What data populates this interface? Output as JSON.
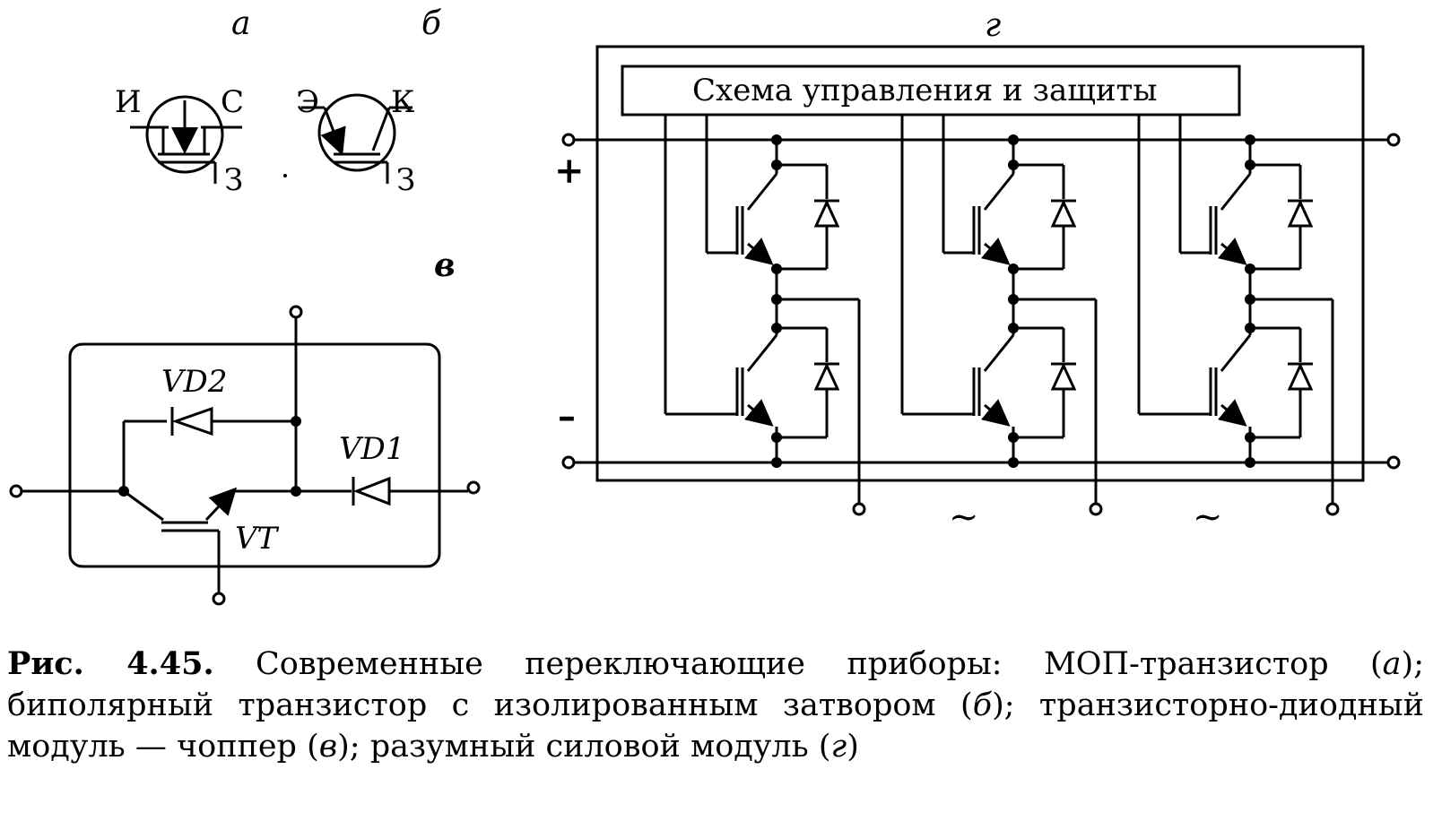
{
  "panels": {
    "a": {
      "letter": "а",
      "pin_source": "И",
      "pin_drain": "С",
      "pin_gate": "З"
    },
    "b": {
      "letter": "б",
      "pin_emitter": "Э",
      "pin_collector": "К",
      "pin_gate": "З"
    },
    "v": {
      "letter": "в",
      "diode1": "VD1",
      "diode2": "VD2",
      "transistor": "VT"
    },
    "g": {
      "letter": "г",
      "control_block": "Схема управления и защиты",
      "plus": "+",
      "minus": "–",
      "ac1": "~",
      "ac2": "~"
    }
  },
  "caption": {
    "label": "Рис. 4.45.",
    "t1": " Современные переключающие приборы: МОП-транзистор (",
    "a": "а",
    "t2": "); биполярный транзистор с изолированным затвором (",
    "b": "б",
    "t3": "); транзисторно-диодный модуль — чоппер (",
    "v": "в",
    "t4": "); разумный силовой модуль (",
    "g": "г",
    "t5": ")"
  }
}
